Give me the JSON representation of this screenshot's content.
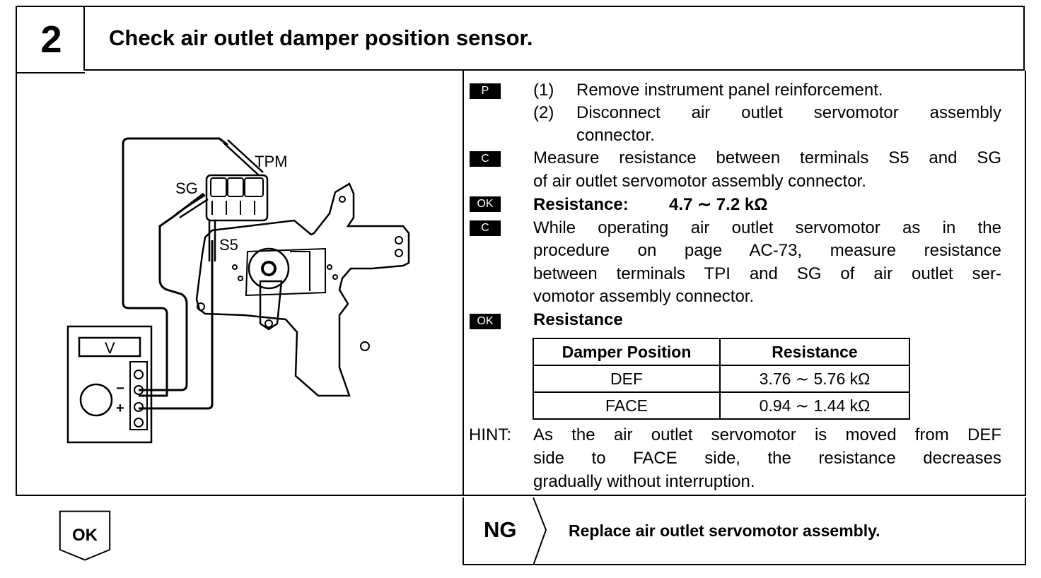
{
  "header": {
    "step_number": "2",
    "title": "Check air outlet damper position sensor."
  },
  "diagram": {
    "labels": {
      "tpm": "TPM",
      "sg": "SG",
      "s5": "S5",
      "voltmeter": "V",
      "minus": "−",
      "plus": "+"
    }
  },
  "procedure": {
    "p_badge": "P",
    "c_badge": "C",
    "ok_badge": "OK",
    "step1_num": "(1)",
    "step1": "Remove instrument panel reinforcement.",
    "step2_num": "(2)",
    "step2_line1": "Disconnect air outlet servomotor assembly",
    "step2_line2": "connector.",
    "c1_line1": "Measure resistance between terminals S5 and SG",
    "c1_line2": "of air outlet servomotor assembly connector.",
    "ok1_label": "Resistance:",
    "ok1_value": "4.7 ∼ 7.2 kΩ",
    "c2_line1": "While operating air outlet servomotor as in the",
    "c2_line2": "procedure on page AC-73, measure resistance",
    "c2_line3": "between terminals TPI and SG of air outlet ser-",
    "c2_line4": "vomotor assembly connector.",
    "ok2_label": "Resistance"
  },
  "table": {
    "headers": [
      "Damper Position",
      "Resistance"
    ],
    "rows": [
      [
        "DEF",
        "3.76 ∼ 5.76 kΩ"
      ],
      [
        "FACE",
        "0.94 ∼ 1.44 kΩ"
      ]
    ]
  },
  "hint": {
    "label": "HINT:",
    "line1": "As the air outlet servomotor is moved from DEF",
    "line2": "side to FACE side, the resistance decreases",
    "line3": "gradually without interruption."
  },
  "result": {
    "ok_label": "OK",
    "ng_label": "NG",
    "ng_action": "Replace air outlet servomotor assembly."
  }
}
